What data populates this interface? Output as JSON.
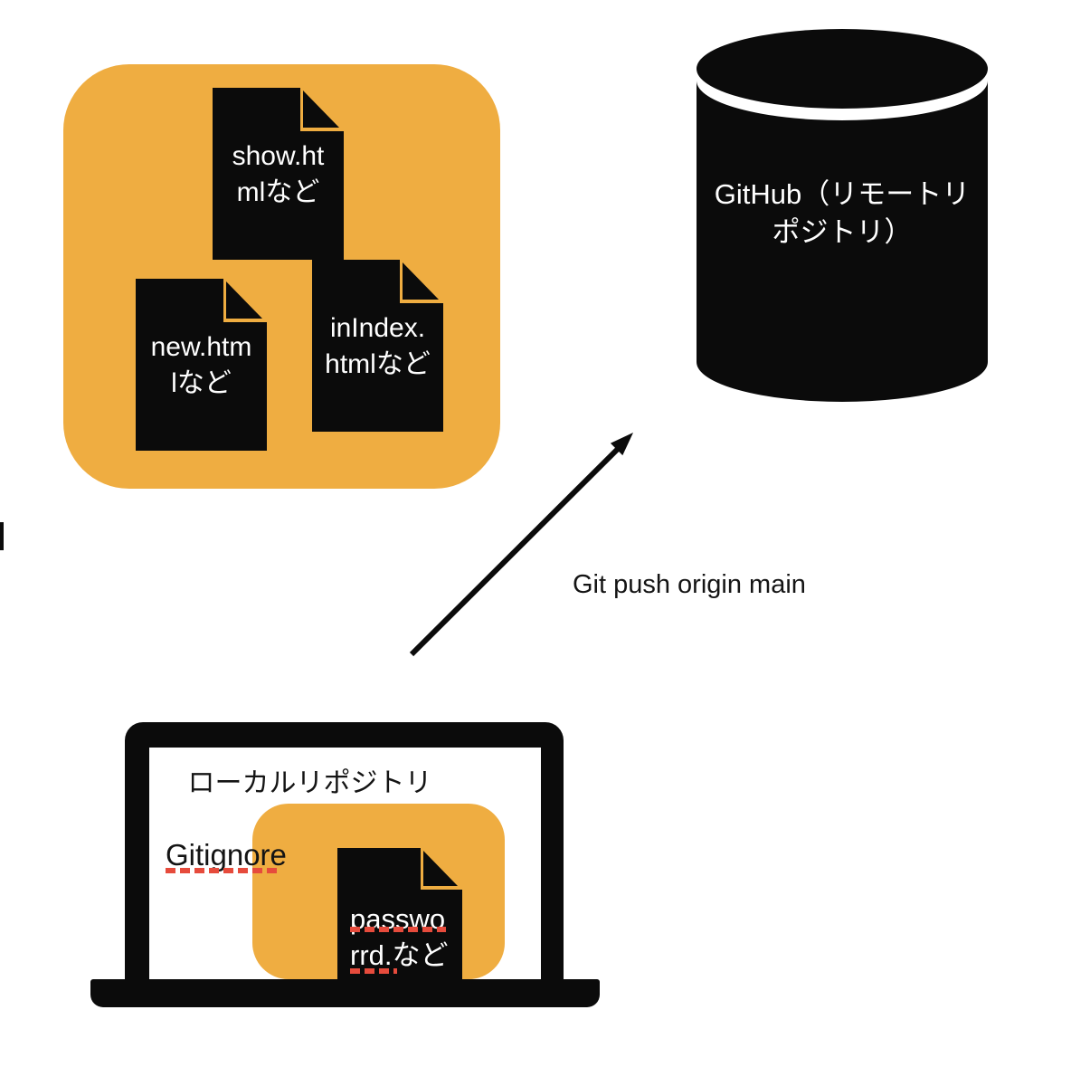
{
  "colors": {
    "orange": "#EFAD41",
    "ink": "#0B0B0B",
    "red": "#E64B3C",
    "paper": "#FFFFFF"
  },
  "folder": {
    "files": [
      {
        "lines": [
          "show.ht",
          "mlなど"
        ]
      },
      {
        "lines": [
          "new.htm",
          "lなど"
        ]
      },
      {
        "lines": [
          "inIndex.",
          "htmlなど"
        ]
      }
    ]
  },
  "remote": {
    "lines": [
      "GitHub（リモートリ",
      "ポジトリ）"
    ]
  },
  "arrow": {
    "label": "Git push origin main"
  },
  "laptop": {
    "title": "ローカルリポジトリ",
    "gitignore_label": "Gitignore",
    "ignored_file": {
      "lines": [
        "passwo",
        "rrd.など"
      ]
    }
  }
}
